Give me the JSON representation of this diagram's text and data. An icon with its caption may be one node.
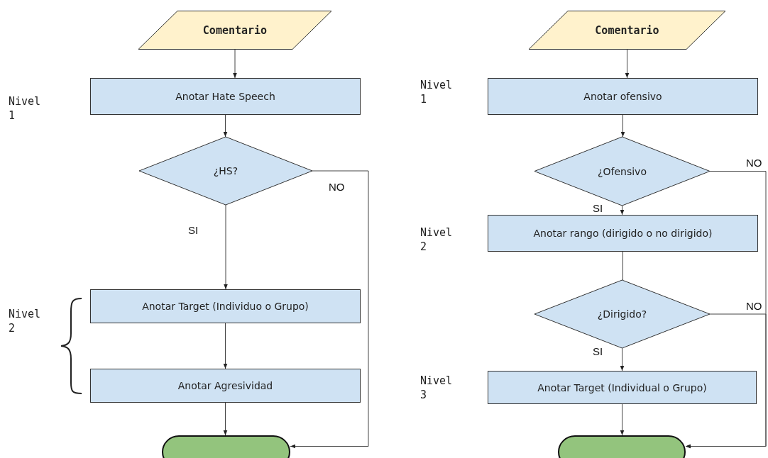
{
  "diagram": {
    "nodes": [
      {
        "text": [
          "Comentario"
        ]
      },
      {
        "text": [
          "Anotar Hate Speech"
        ]
      },
      {
        "text": [
          "¿HS?"
        ]
      },
      {
        "text": [
          "Anotar Target (Individuo o Grupo)"
        ]
      },
      {
        "text": [
          "Anotar Agresividad"
        ]
      },
      {
        "text": [],
        "shape": "terminator"
      },
      {
        "text": [
          "Comentario"
        ]
      },
      {
        "text": [
          "Anotar ofensivo"
        ]
      },
      {
        "text": [
          "¿Ofensivo"
        ]
      },
      {
        "text": [
          "Anotar rango (dirigido o no dirigido)"
        ]
      },
      {
        "text": [
          "¿Dirigido?"
        ]
      },
      {
        "text": [
          "Anotar Target (Individual o Grupo)"
        ]
      },
      {
        "text": [],
        "shape": "terminator"
      }
    ],
    "edges": [
      {
        "from": 0,
        "to": 1,
        "arrow": "to"
      },
      {
        "from": 1,
        "to": 2,
        "arrow": "to"
      },
      {
        "from": 2,
        "to": 3,
        "arrow": "to",
        "label": "SI"
      },
      {
        "from": 2,
        "to": 5,
        "arrow": "to",
        "label": "NO"
      },
      {
        "from": 3,
        "to": 4,
        "arrow": "to"
      },
      {
        "from": 4,
        "to": 5,
        "arrow": "to"
      },
      {
        "from": 6,
        "to": 7,
        "arrow": "to"
      },
      {
        "from": 7,
        "to": 8,
        "arrow": "to"
      },
      {
        "from": 8,
        "to": 9,
        "arrow": "to",
        "label": "SI"
      },
      {
        "from": 8,
        "to": 12,
        "arrow": "to",
        "label": "NO"
      },
      {
        "from": 9,
        "to": 10,
        "arrow": "none"
      },
      {
        "from": 10,
        "to": 11,
        "arrow": "to",
        "label": "SI"
      },
      {
        "from": 10,
        "to": 12,
        "arrow": "to",
        "label": "NO"
      },
      {
        "from": 11,
        "to": 12,
        "arrow": "to"
      }
    ],
    "labels": [
      "Nivel 1",
      "Nivel 2",
      "Nivel 1",
      "Nivel 2",
      "Nivel 3"
    ]
  }
}
